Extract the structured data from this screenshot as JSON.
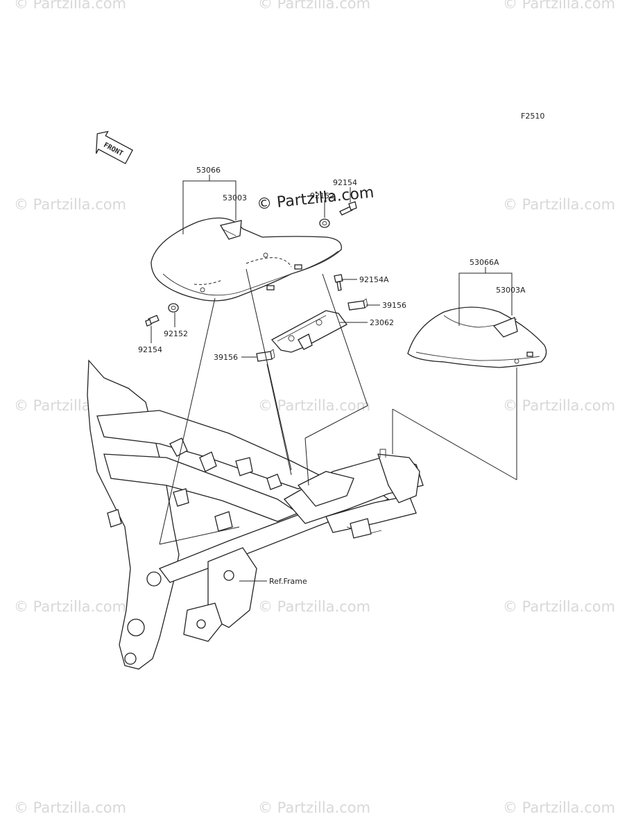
{
  "figure_code": "F2510",
  "logo": {
    "text": "© Partzilla.com"
  },
  "watermark": {
    "text": "© Partzilla.com"
  },
  "front_arrow": {
    "text": "FRONT"
  },
  "callouts": {
    "c53066": "53066",
    "c53003": "53003",
    "c92152_top": "92152",
    "c92154_top": "92154",
    "c92154A": "92154A",
    "c39156_right": "39156",
    "c23062": "23062",
    "c39156_left": "39156",
    "c92152_bottom": "92152",
    "c92154_bottom": "92154",
    "c53066A": "53066A",
    "c53003A": "53003A",
    "ref_frame": "Ref.Frame"
  }
}
